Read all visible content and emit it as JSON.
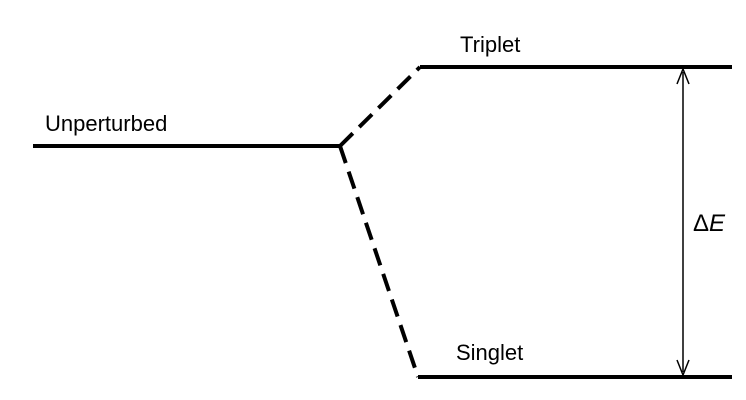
{
  "diagram": {
    "levels": {
      "unperturbed": {
        "label": "Unperturbed"
      },
      "triplet": {
        "label": "Triplet"
      },
      "singlet": {
        "label": "Singlet"
      }
    },
    "gap": {
      "symbol": "Δ",
      "variable": "E"
    }
  },
  "colors": {
    "line": "#000000",
    "background": "#ffffff"
  }
}
